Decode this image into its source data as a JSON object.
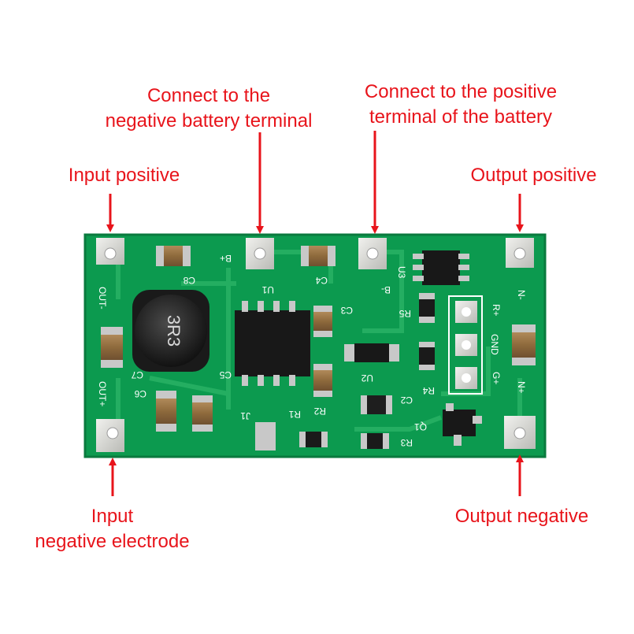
{
  "labels": {
    "neg_battery": {
      "line1": "Connect to the",
      "line2": "negative battery terminal"
    },
    "pos_battery": {
      "line1": "Connect to the positive",
      "line2": "terminal of the battery"
    },
    "input_positive": "Input positive",
    "output_positive": "Output positive",
    "input_negative": {
      "line1": "Input",
      "line2": "negative electrode"
    },
    "output_negative": "Output negative"
  },
  "silkscreen": {
    "b_plus": "B+",
    "b_minus": "B-",
    "c8": "C8",
    "c4": "C4",
    "u1": "U1",
    "c3": "C3",
    "r5": "R5",
    "r_plus": "R+",
    "n_minus": "N-",
    "gnd": "GND",
    "g_plus": "G+",
    "n_plus": "N+",
    "r4": "R4",
    "c2": "C2",
    "r3": "R3",
    "q1": "Q1",
    "u2": "U2",
    "r2": "R2",
    "r1": "R1",
    "j1": "J1",
    "c7": "C7",
    "c5": "C5",
    "c6": "C6",
    "out_minus": "OUT-",
    "out_plus": "OUT+",
    "u3": "U3"
  },
  "inductor_marking": "3R3",
  "colors": {
    "annotation": "#e8141b",
    "pcb": "#0c9a4f",
    "pad": "#d9d9d4"
  }
}
